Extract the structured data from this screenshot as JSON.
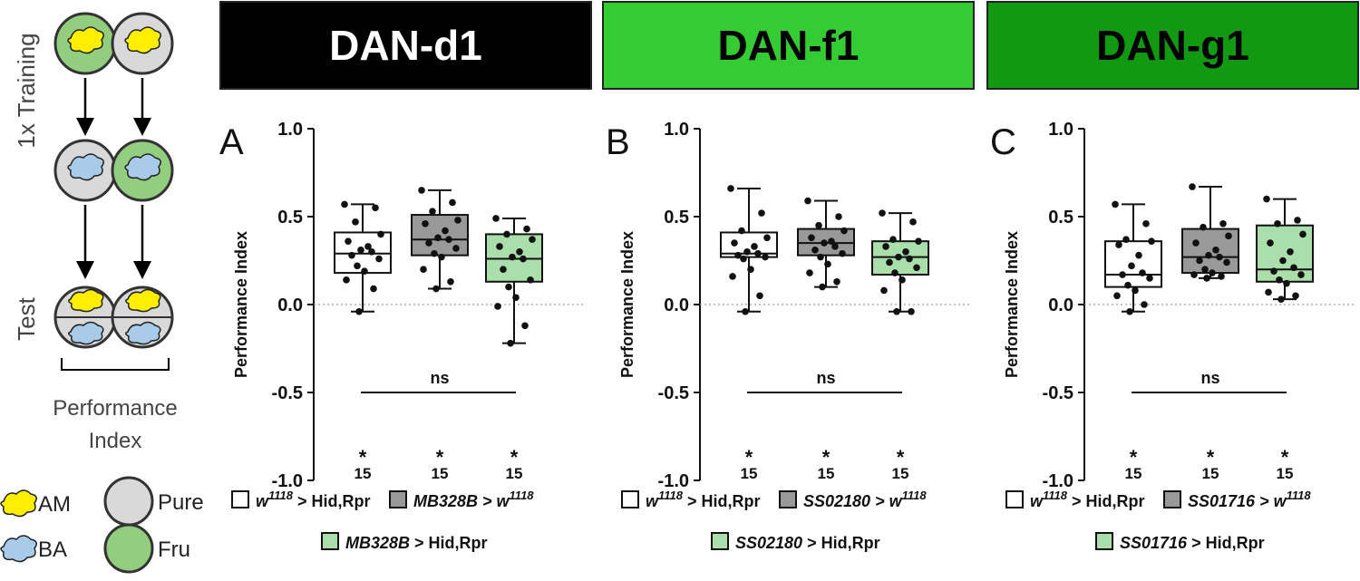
{
  "schematic": {
    "training_label": "1x Training",
    "test_label": "Test",
    "pi_label_line1": "Performance",
    "pi_label_line2": "Index",
    "legend": {
      "am": "AM",
      "ba": "BA",
      "pure": "Pure",
      "fru": "Fru"
    },
    "colors": {
      "am": "#ffee00",
      "ba": "#a9cbea",
      "pure": "#d9d9d9",
      "fru": "#93cd7f"
    }
  },
  "ui_colors": {
    "box_white": "#ffffff",
    "box_grey": "#999999",
    "box_green": "#aadeaa"
  },
  "chart_data": [
    {
      "type": "box",
      "panel_letter": "A",
      "header": {
        "title": "DAN-d1",
        "bg": "#000000",
        "fg": "#ffffff"
      },
      "ylabel": "Performance Index",
      "ylim": [
        -1.0,
        1.0
      ],
      "yticks": [
        "1.0",
        "0.5",
        "0.0",
        "-0.5",
        "-1.0"
      ],
      "ytick_values": [
        1.0,
        0.5,
        0.0,
        -0.5,
        -1.0
      ],
      "significance": "ns",
      "categories": [
        "w1118 > Hid,Rpr",
        "MB328B > w1118",
        "MB328B > Hid,Rpr"
      ],
      "series": [
        {
          "color": "#ffffff",
          "n": "15",
          "star": "*",
          "box": {
            "q1": 0.18,
            "median": 0.29,
            "q3": 0.41,
            "min": -0.04,
            "max": 0.57
          },
          "points": [
            0.57,
            0.55,
            0.47,
            0.4,
            0.36,
            0.33,
            0.31,
            0.3,
            0.28,
            0.26,
            0.22,
            0.19,
            0.14,
            0.09,
            -0.04
          ]
        },
        {
          "color": "#999999",
          "n": "15",
          "star": "*",
          "box": {
            "q1": 0.28,
            "median": 0.37,
            "q3": 0.51,
            "min": 0.09,
            "max": 0.65
          },
          "points": [
            0.65,
            0.58,
            0.53,
            0.48,
            0.46,
            0.42,
            0.38,
            0.37,
            0.35,
            0.32,
            0.29,
            0.27,
            0.2,
            0.13,
            0.09
          ]
        },
        {
          "color": "#aadeaa",
          "n": "15",
          "star": "*",
          "box": {
            "q1": 0.13,
            "median": 0.26,
            "q3": 0.4,
            "min": -0.22,
            "max": 0.49
          },
          "points": [
            0.49,
            0.43,
            0.4,
            0.37,
            0.33,
            0.3,
            0.27,
            0.26,
            0.2,
            0.14,
            0.1,
            0.04,
            -0.01,
            -0.12,
            -0.22
          ]
        }
      ],
      "legend": [
        {
          "base": "w",
          "sup": "1118",
          "rest": " > Hid,Rpr",
          "italic_rest": false,
          "swatch": "#ffffff"
        },
        {
          "base": "MB328B > w",
          "sup": "1118",
          "rest": "",
          "italic_rest": true,
          "swatch": "#999999"
        },
        {
          "base": "MB328B",
          "sup": "",
          "rest": " > Hid,Rpr",
          "italic_rest": false,
          "swatch": "#aadeaa"
        }
      ]
    },
    {
      "type": "box",
      "panel_letter": "B",
      "header": {
        "title": "DAN-f1",
        "bg": "#33cc33",
        "fg": "#000000"
      },
      "ylabel": "Performance Index",
      "ylim": [
        -1.0,
        1.0
      ],
      "yticks": [
        "1.0",
        "0.5",
        "0.0",
        "-0.5",
        "-1.0"
      ],
      "ytick_values": [
        1.0,
        0.5,
        0.0,
        -0.5,
        -1.0
      ],
      "significance": "ns",
      "categories": [
        "w1118 > Hid,Rpr",
        "SS02180 > w1118",
        "SS02180 > Hid,Rpr"
      ],
      "series": [
        {
          "color": "#ffffff",
          "n": "15",
          "star": "*",
          "box": {
            "q1": 0.27,
            "median": 0.29,
            "q3": 0.41,
            "min": -0.04,
            "max": 0.66
          },
          "points": [
            0.66,
            0.52,
            0.42,
            0.38,
            0.35,
            0.33,
            0.3,
            0.29,
            0.28,
            0.27,
            0.26,
            0.2,
            0.16,
            0.05,
            -0.04
          ]
        },
        {
          "color": "#999999",
          "n": "15",
          "star": "*",
          "box": {
            "q1": 0.28,
            "median": 0.35,
            "q3": 0.43,
            "min": 0.1,
            "max": 0.59
          },
          "points": [
            0.59,
            0.5,
            0.45,
            0.42,
            0.38,
            0.36,
            0.35,
            0.33,
            0.31,
            0.29,
            0.27,
            0.23,
            0.18,
            0.13,
            0.1
          ]
        },
        {
          "color": "#aadeaa",
          "n": "15",
          "star": "*",
          "box": {
            "q1": 0.17,
            "median": 0.27,
            "q3": 0.36,
            "min": -0.04,
            "max": 0.52
          },
          "points": [
            0.52,
            0.47,
            0.37,
            0.36,
            0.33,
            0.3,
            0.27,
            0.26,
            0.24,
            0.21,
            0.18,
            0.14,
            0.08,
            -0.04,
            -0.04
          ]
        }
      ],
      "legend": [
        {
          "base": "w",
          "sup": "1118",
          "rest": " > Hid,Rpr",
          "italic_rest": false,
          "swatch": "#ffffff"
        },
        {
          "base": "SS02180 > w",
          "sup": "1118",
          "rest": "",
          "italic_rest": true,
          "swatch": "#999999"
        },
        {
          "base": "SS02180",
          "sup": "",
          "rest": " > Hid,Rpr",
          "italic_rest": false,
          "swatch": "#aadeaa"
        }
      ]
    },
    {
      "type": "box",
      "panel_letter": "C",
      "header": {
        "title": "DAN-g1",
        "bg": "#119911",
        "fg": "#000000"
      },
      "ylabel": "Performance Index",
      "ylim": [
        -1.0,
        1.0
      ],
      "yticks": [
        "1.0",
        "0.5",
        "0.0",
        "-0.5",
        "-1.0"
      ],
      "ytick_values": [
        1.0,
        0.5,
        0.0,
        -0.5,
        -1.0
      ],
      "significance": "ns",
      "categories": [
        "w1118 > Hid,Rpr",
        "SS01716 > w1118",
        "SS01716 > Hid,Rpr"
      ],
      "series": [
        {
          "color": "#ffffff",
          "n": "15",
          "star": "*",
          "box": {
            "q1": 0.1,
            "median": 0.17,
            "q3": 0.36,
            "min": -0.04,
            "max": 0.57
          },
          "points": [
            0.57,
            0.46,
            0.37,
            0.36,
            0.34,
            0.28,
            0.22,
            0.18,
            0.17,
            0.15,
            0.11,
            0.08,
            0.05,
            0.0,
            -0.04
          ]
        },
        {
          "color": "#999999",
          "n": "15",
          "star": "*",
          "box": {
            "q1": 0.18,
            "median": 0.27,
            "q3": 0.43,
            "min": 0.15,
            "max": 0.67
          },
          "points": [
            0.67,
            0.46,
            0.44,
            0.39,
            0.35,
            0.31,
            0.28,
            0.27,
            0.25,
            0.24,
            0.2,
            0.18,
            0.17,
            0.16,
            0.15
          ]
        },
        {
          "color": "#aadeaa",
          "n": "15",
          "star": "*",
          "box": {
            "q1": 0.13,
            "median": 0.2,
            "q3": 0.45,
            "min": 0.03,
            "max": 0.6
          },
          "points": [
            0.6,
            0.48,
            0.46,
            0.4,
            0.35,
            0.3,
            0.25,
            0.21,
            0.19,
            0.17,
            0.14,
            0.12,
            0.07,
            0.05,
            0.03
          ]
        }
      ],
      "legend": [
        {
          "base": "w",
          "sup": "1118",
          "rest": " > Hid,Rpr",
          "italic_rest": false,
          "swatch": "#ffffff"
        },
        {
          "base": "SS01716 > w",
          "sup": "1118",
          "rest": "",
          "italic_rest": true,
          "swatch": "#999999"
        },
        {
          "base": "SS01716",
          "sup": "",
          "rest": " > Hid,Rpr",
          "italic_rest": false,
          "swatch": "#aadeaa"
        }
      ]
    }
  ]
}
